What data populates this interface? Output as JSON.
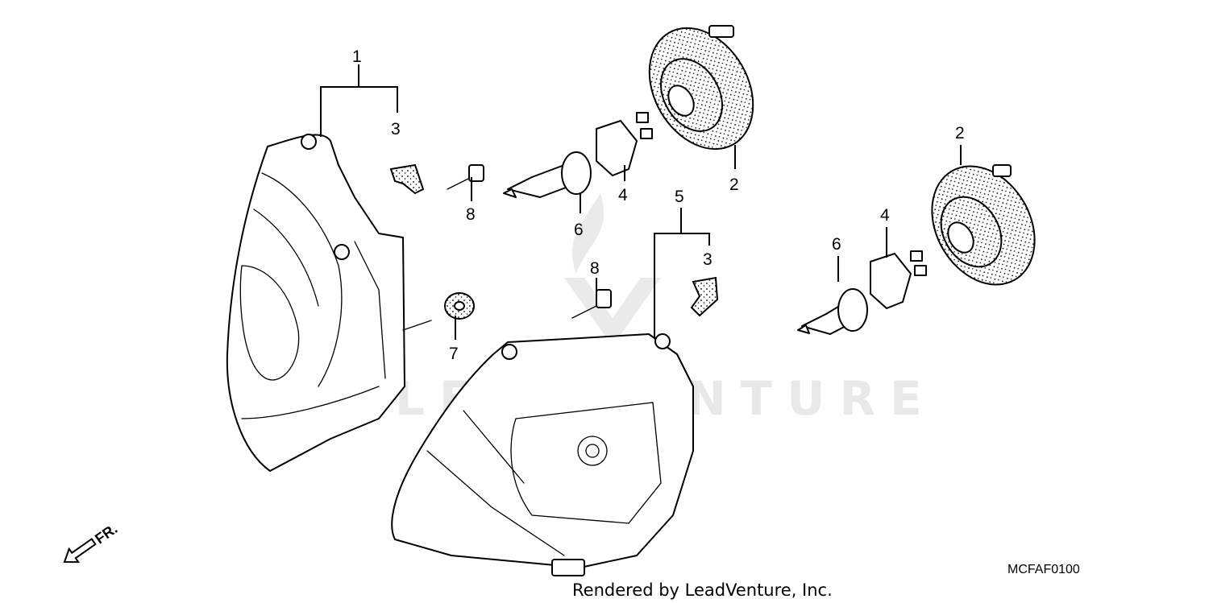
{
  "diagram": {
    "watermark_text": "LEADVENTURE",
    "diagram_code": "MCFAF0100",
    "credit": "Rendered by LeadVenture, Inc.",
    "direction_label": "FR.",
    "callouts": {
      "c1": "1",
      "c2a": "2",
      "c2b": "2",
      "c3a": "3",
      "c3b": "3",
      "c4a": "4",
      "c4b": "4",
      "c5": "5",
      "c6a": "6",
      "c6b": "6",
      "c7": "7",
      "c8a": "8",
      "c8b": "8"
    }
  }
}
